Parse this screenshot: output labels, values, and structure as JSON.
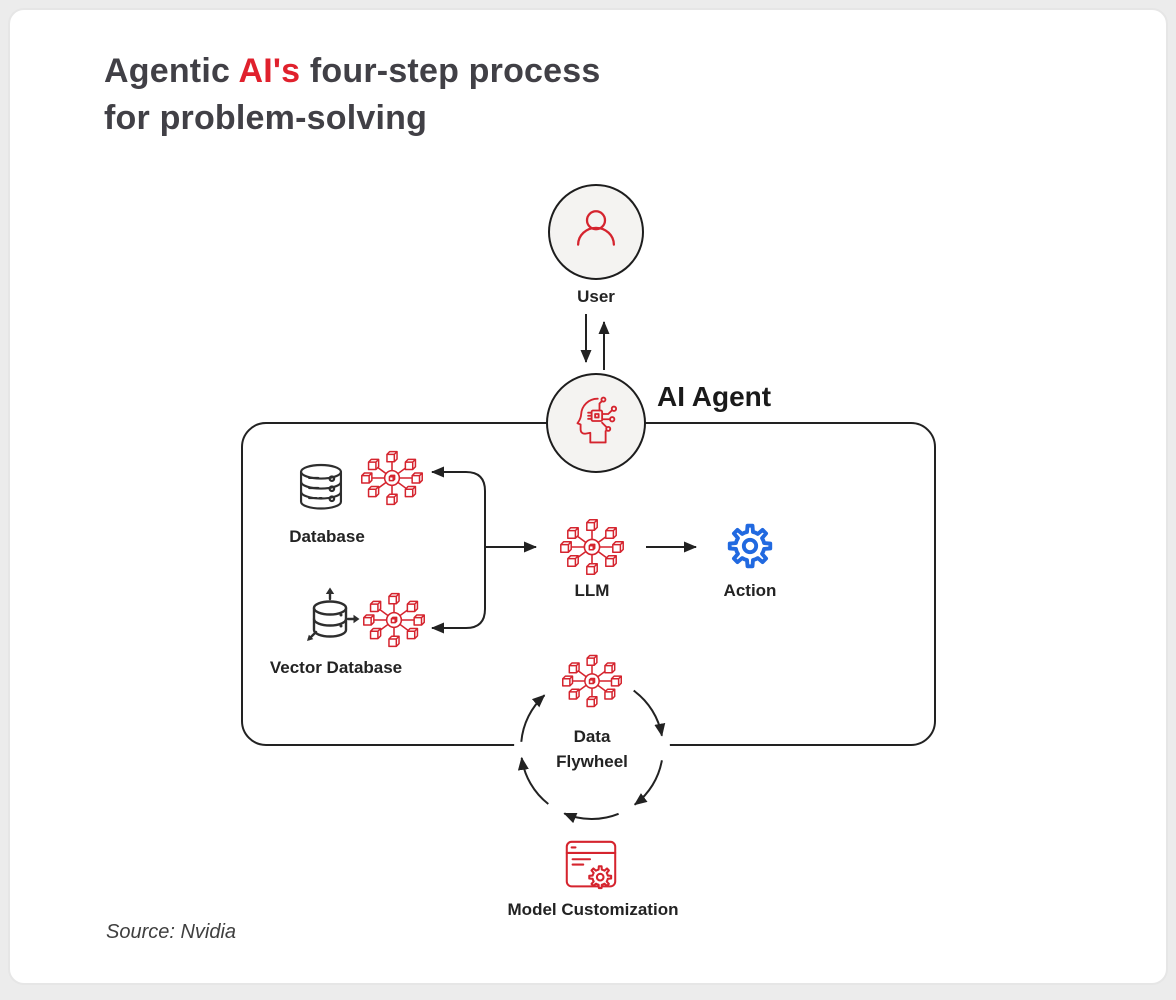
{
  "title": {
    "part1": "Agentic ",
    "accent": "AI's",
    "part2": " four-step process",
    "line2": "for problem-solving"
  },
  "nodes": {
    "user": {
      "label": "User"
    },
    "ai_agent": {
      "label": "AI Agent"
    },
    "database": {
      "label": "Database"
    },
    "vector_database": {
      "label": "Vector Database"
    },
    "llm": {
      "label": "LLM"
    },
    "action": {
      "label": "Action"
    },
    "data_flywheel": {
      "line1": "Data",
      "line2": "Flywheel"
    },
    "model_customization": {
      "label": "Model Customization"
    }
  },
  "footer": {
    "source": "Source: Nvidia"
  },
  "colors": {
    "accent_red": "#e0212d",
    "icon_red": "#d5242e",
    "action_blue": "#2169e0",
    "line_ink": "#222222",
    "label_ink": "#232323",
    "title_ink": "#414046",
    "circle_fill": "#f4f3f1",
    "card_border": "#e6e6e6",
    "page_bg": "#ececec"
  }
}
